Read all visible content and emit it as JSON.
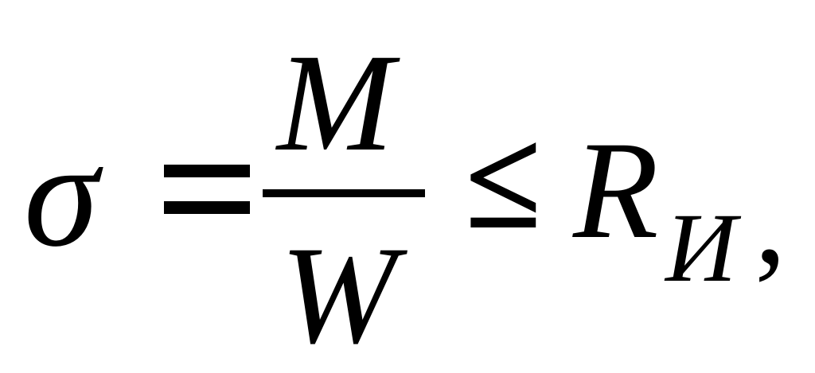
{
  "formula": {
    "lhs": "σ",
    "equals": "=",
    "numerator": "M",
    "denominator": "W",
    "relation": "≤",
    "rhs": "R",
    "rhs_subscript": "И",
    "trailing": ","
  }
}
